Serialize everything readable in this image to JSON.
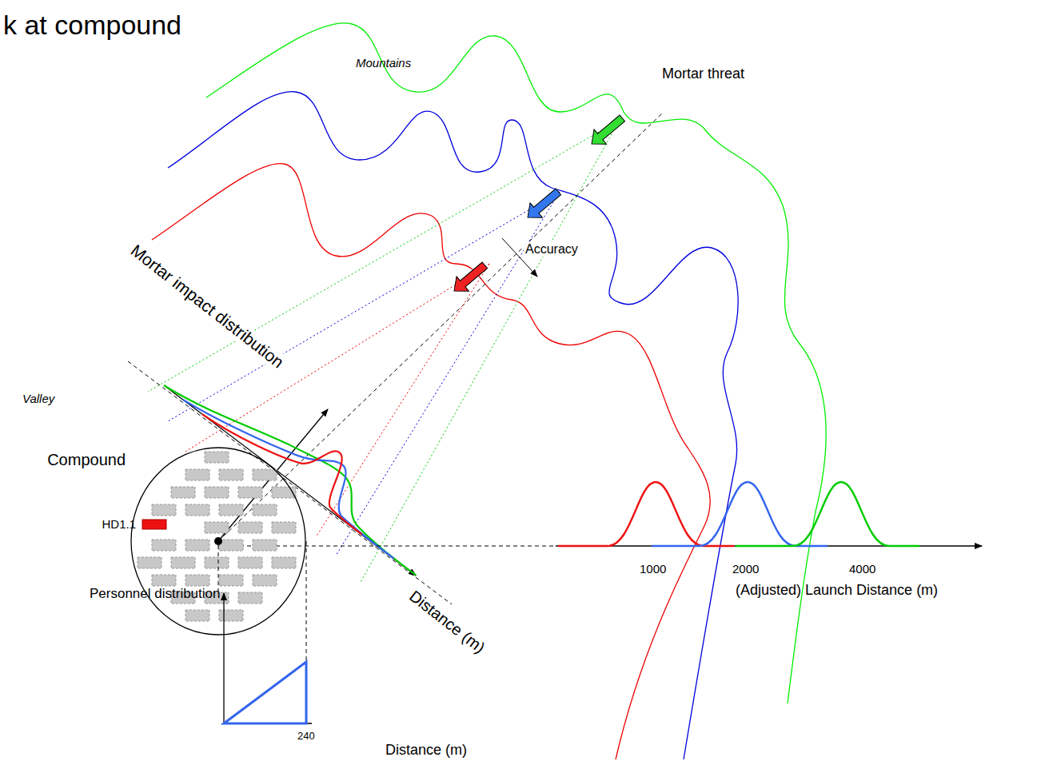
{
  "diagram": {
    "title": "k at compound",
    "nodes": [
      {
        "text": [
          "Compound"
        ]
      },
      {
        "text": [
          "HD1.1"
        ],
        "in": 0
      }
    ],
    "labels": [
      "Mountains",
      "Mortar threat",
      "Accuracy",
      "Mortar impact distribution",
      "Valley",
      "Distance (m)",
      "1000",
      "2000",
      "4000",
      "(Adjusted) Launch Distance (m)",
      "Personnel distribution",
      "240",
      "Distance (m)"
    ]
  }
}
